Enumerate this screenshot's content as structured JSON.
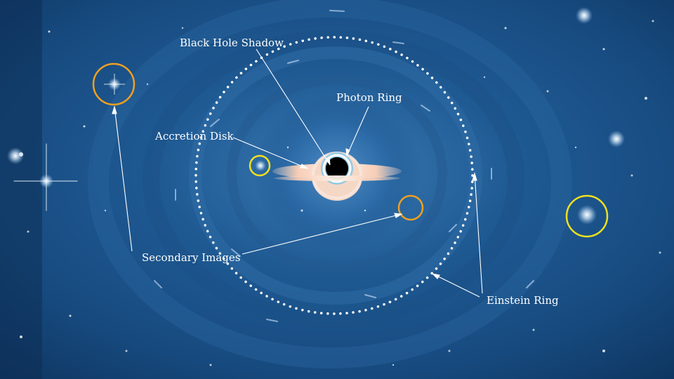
{
  "labels": {
    "black_hole_shadow": "Black Hole Shadow",
    "photon_ring": "Photon Ring",
    "accretion_disk": "Accretion Disk",
    "secondary_images": "Secondary Images",
    "einstein_ring": "Einstein Ring"
  },
  "colors": {
    "background": "#0f3a66",
    "secondary_marker": "#f0a020",
    "primary_marker": "#f0e020",
    "annotation": "#ffffff",
    "disk": "#f3d2c0"
  }
}
